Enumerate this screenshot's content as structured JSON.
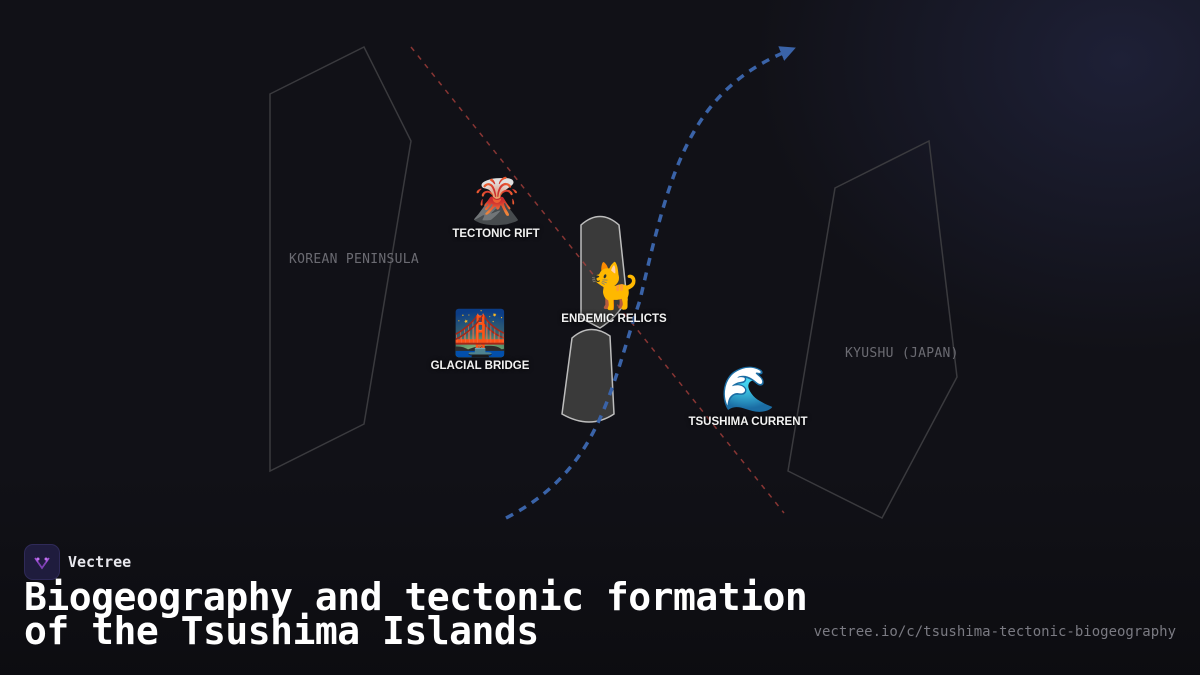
{
  "diagram": {
    "regions": [
      {
        "id": "korean",
        "label": "KOREAN PENINSULA"
      },
      {
        "id": "kyushu",
        "label": "KYUSHU (JAPAN)"
      }
    ],
    "nodes": [
      {
        "id": "tectonic_rift",
        "emoji": "🌋",
        "label": "TECTONIC RIFT",
        "icon": "volcano-icon"
      },
      {
        "id": "endemic_relicts",
        "emoji": "🐈",
        "label": "ENDEMIC RELICTS",
        "icon": "cat-icon"
      },
      {
        "id": "glacial_bridge",
        "emoji": "🌉",
        "label": "GLACIAL BRIDGE",
        "icon": "bridge-at-night-icon"
      },
      {
        "id": "tsushima_current",
        "emoji": "🌊",
        "label": "TSUSHIMA CURRENT",
        "icon": "wave-icon"
      }
    ],
    "colors": {
      "current": "#3a63a8",
      "rift_line": "#b0413e",
      "island_fill": "#3a3a3a",
      "island_stroke": "#bdbdbd",
      "landmass_stroke": "#3a3a3e"
    }
  },
  "brand": {
    "name": "Vectree",
    "logo_icon": "vectree-logo-icon"
  },
  "title": {
    "line1": "Biogeography and tectonic formation",
    "line2": "of the Tsushima Islands"
  },
  "url": "vectree.io/c/tsushima-tectonic-biogeography"
}
